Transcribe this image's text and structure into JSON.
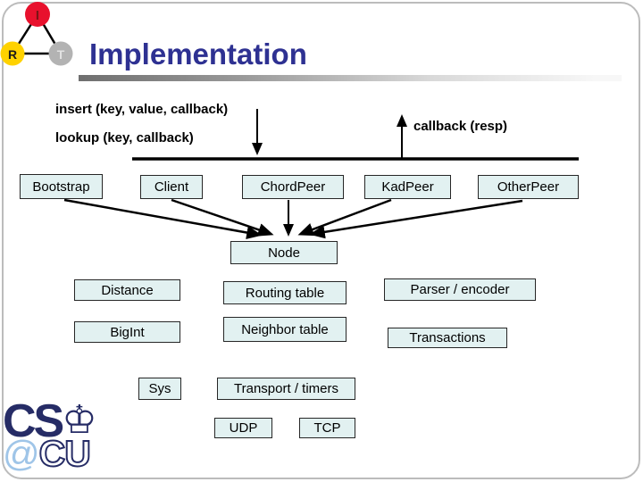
{
  "slide": {
    "title": "Implementation"
  },
  "api_labels": {
    "insert": "insert (key, value, callback)",
    "lookup": "lookup (key, callback)",
    "callback_resp": "callback (resp)"
  },
  "peers": {
    "bootstrap": "Bootstrap",
    "client": "Client",
    "chord_peer": "ChordPeer",
    "kad_peer": "KadPeer",
    "other_peer": "OtherPeer"
  },
  "core": {
    "node": "Node"
  },
  "components": {
    "distance": "Distance",
    "routing_table": "Routing table",
    "parser_encoder": "Parser / encoder",
    "bigint": "BigInt",
    "neighbor_table": "Neighbor table",
    "transactions": "Transactions",
    "sys": "Sys",
    "transport_timers": "Transport / timers",
    "udp": "UDP",
    "tcp": "TCP"
  },
  "irt_logo": {
    "i": "I",
    "r": "R",
    "t": "T"
  },
  "cscu_logo": {
    "cs": "CS",
    "crown": "♔",
    "at": "@",
    "cu": "CU"
  },
  "colors": {
    "title_blue": "#2e3192",
    "box_fill": "#e2f1f1",
    "box_border": "#262626",
    "logo_red": "#e8112d",
    "logo_yellow": "#ffd200",
    "logo_gray": "#b3b3b3",
    "cscu_navy": "#262c66",
    "cscu_light_blue": "#9fc5e8",
    "frame_gray": "#bcbcbc"
  }
}
